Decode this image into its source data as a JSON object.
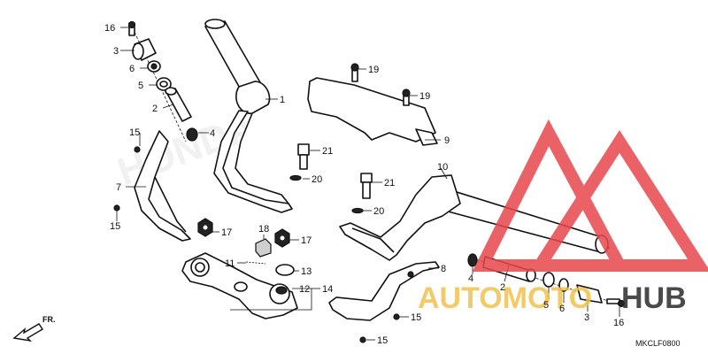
{
  "callouts": {
    "c1": "1",
    "c2a": "2",
    "c2b": "2",
    "c3a": "3",
    "c3b": "3",
    "c4a": "4",
    "c4b": "4",
    "c5a": "5",
    "c5b": "5",
    "c6a": "6",
    "c6b": "6",
    "c7": "7",
    "c8": "8",
    "c9": "9",
    "c10": "10",
    "c11": "11",
    "c12": "12",
    "c13": "13",
    "c14": "14",
    "c15a": "15",
    "c15b": "15",
    "c15c": "15",
    "c15d": "15",
    "c16a": "16",
    "c16b": "16",
    "c17a": "17",
    "c17b": "17",
    "c18": "18",
    "c19a": "19",
    "c19b": "19",
    "c20a": "20",
    "c20b": "20",
    "c21a": "21",
    "c21b": "21"
  },
  "direction_label": "FR.",
  "diagram_code": "MKCLF0800",
  "watermark": {
    "part1": "AUTOMOTO",
    "part2": "HUB",
    "color_red": "#e8474c",
    "color_gold": "#f2c14e",
    "color_dark": "#2b2b2b"
  },
  "background_logo": "HONDA"
}
